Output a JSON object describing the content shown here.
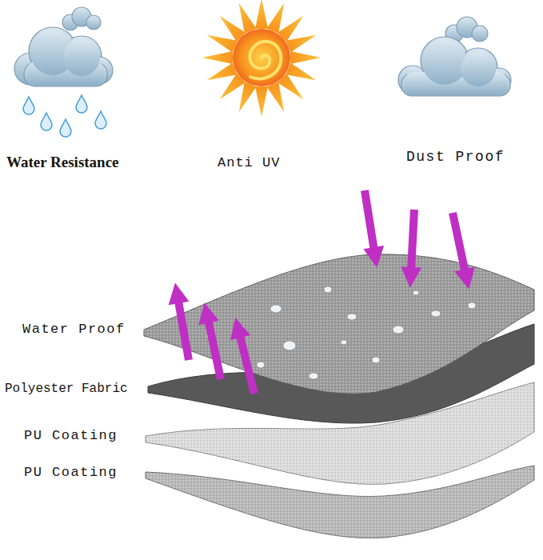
{
  "diagram": {
    "labels": [
      "Water Resistance",
      "Anti UV",
      "Dust Proof",
      "Water Proof",
      "Polyester Fabric",
      "PU Coating",
      "PU Coating"
    ]
  }
}
